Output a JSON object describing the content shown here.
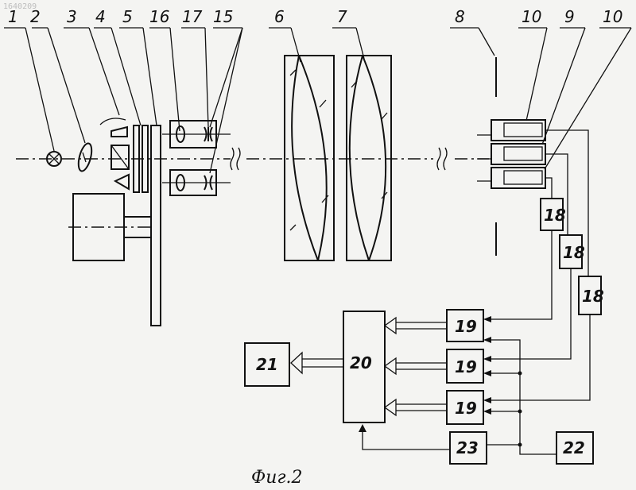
{
  "watermark": "1640209",
  "caption": "Фиг.2",
  "part_numbers": {
    "n1": "1",
    "n2": "2",
    "n3": "3",
    "n4": "4",
    "n5": "5",
    "n16": "16",
    "n17": "17",
    "n15": "15",
    "n6": "6",
    "n7": "7",
    "n8": "8",
    "n10a": "10",
    "n9": "9",
    "n10b": "10"
  },
  "blocks": {
    "b18a": "18",
    "b18b": "18",
    "b18c": "18",
    "b19a": "19",
    "b19b": "19",
    "b19c": "19",
    "b20": "20",
    "b21": "21",
    "b22": "22",
    "b23": "23"
  }
}
